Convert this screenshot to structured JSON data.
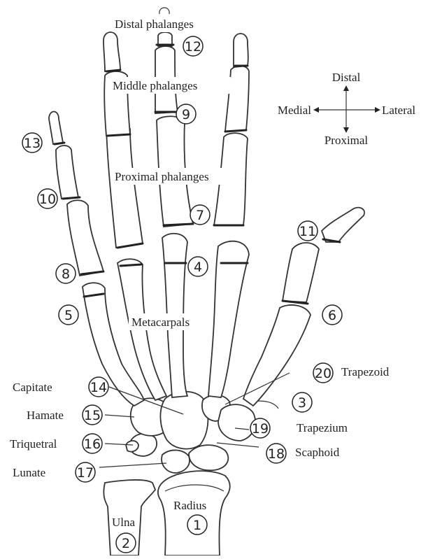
{
  "labels": {
    "distal_phalanges": "Distal phalanges",
    "middle_phalanges": "Middle phalanges",
    "proximal_phalanges": "Proximal phalanges",
    "metacarpals": "Metacarpals",
    "capitate": "Capitate",
    "hamate": "Hamate",
    "triquetral": "Triquetral",
    "lunate": "Lunate",
    "trapezoid": "Trapezoid",
    "trapezium": "Trapezium",
    "scaphoid": "Scaphoid",
    "radius": "Radius",
    "ulna": "Ulna"
  },
  "compass": {
    "distal": "Distal",
    "proximal": "Proximal",
    "medial": "Medial",
    "lateral": "Lateral"
  },
  "markers": {
    "m1": "1",
    "m2": "2",
    "m3": "3",
    "m4": "4",
    "m5": "5",
    "m6": "6",
    "m7": "7",
    "m8": "8",
    "m9": "9",
    "m10": "10",
    "m11": "11",
    "m12": "12",
    "m13": "13",
    "m14": "14",
    "m15": "15",
    "m16": "16",
    "m17": "17",
    "m18": "18",
    "m19": "19",
    "m20": "20"
  }
}
